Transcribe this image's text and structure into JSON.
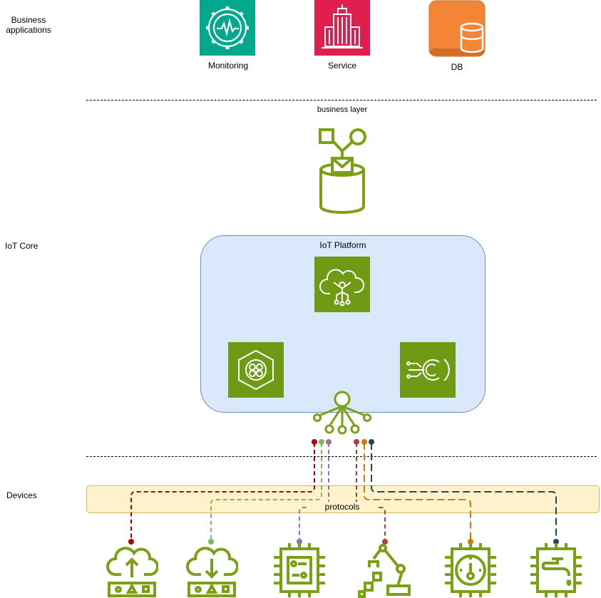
{
  "sections": {
    "business": "Business\napplications",
    "iot_core": "IoT Core",
    "devices": "Devices"
  },
  "apps": {
    "monitoring": "Monitoring",
    "service": "Service",
    "db": "DB"
  },
  "layers": {
    "business_layer": "business layer",
    "platform": "IoT Platform",
    "protocols": "protocols"
  },
  "colors": {
    "iot_green": "#7aa116",
    "monitoring_teal": "#01a88d",
    "service_red": "#e7157b",
    "db_orange": "#f58536",
    "platform_fill": "#dae8fc",
    "protocols_fill": "#fff2cc"
  },
  "icons": {
    "monitoring": "gear-pulse-icon",
    "service": "building-icon",
    "db": "database-icon",
    "message_store": "message-store-icon",
    "platform_core": "cloud-circuit-icon",
    "platform_left": "greengrass-hexagon-icon",
    "platform_right": "sensor-signal-icon",
    "gateway": "hub-icon",
    "dev1": "cloud-upload-device-icon",
    "dev2": "cloud-download-device-icon",
    "dev3": "chip-icon",
    "dev4": "robot-arm-icon",
    "dev5": "thermostat-chip-icon",
    "dev6": "faucet-chip-icon"
  }
}
